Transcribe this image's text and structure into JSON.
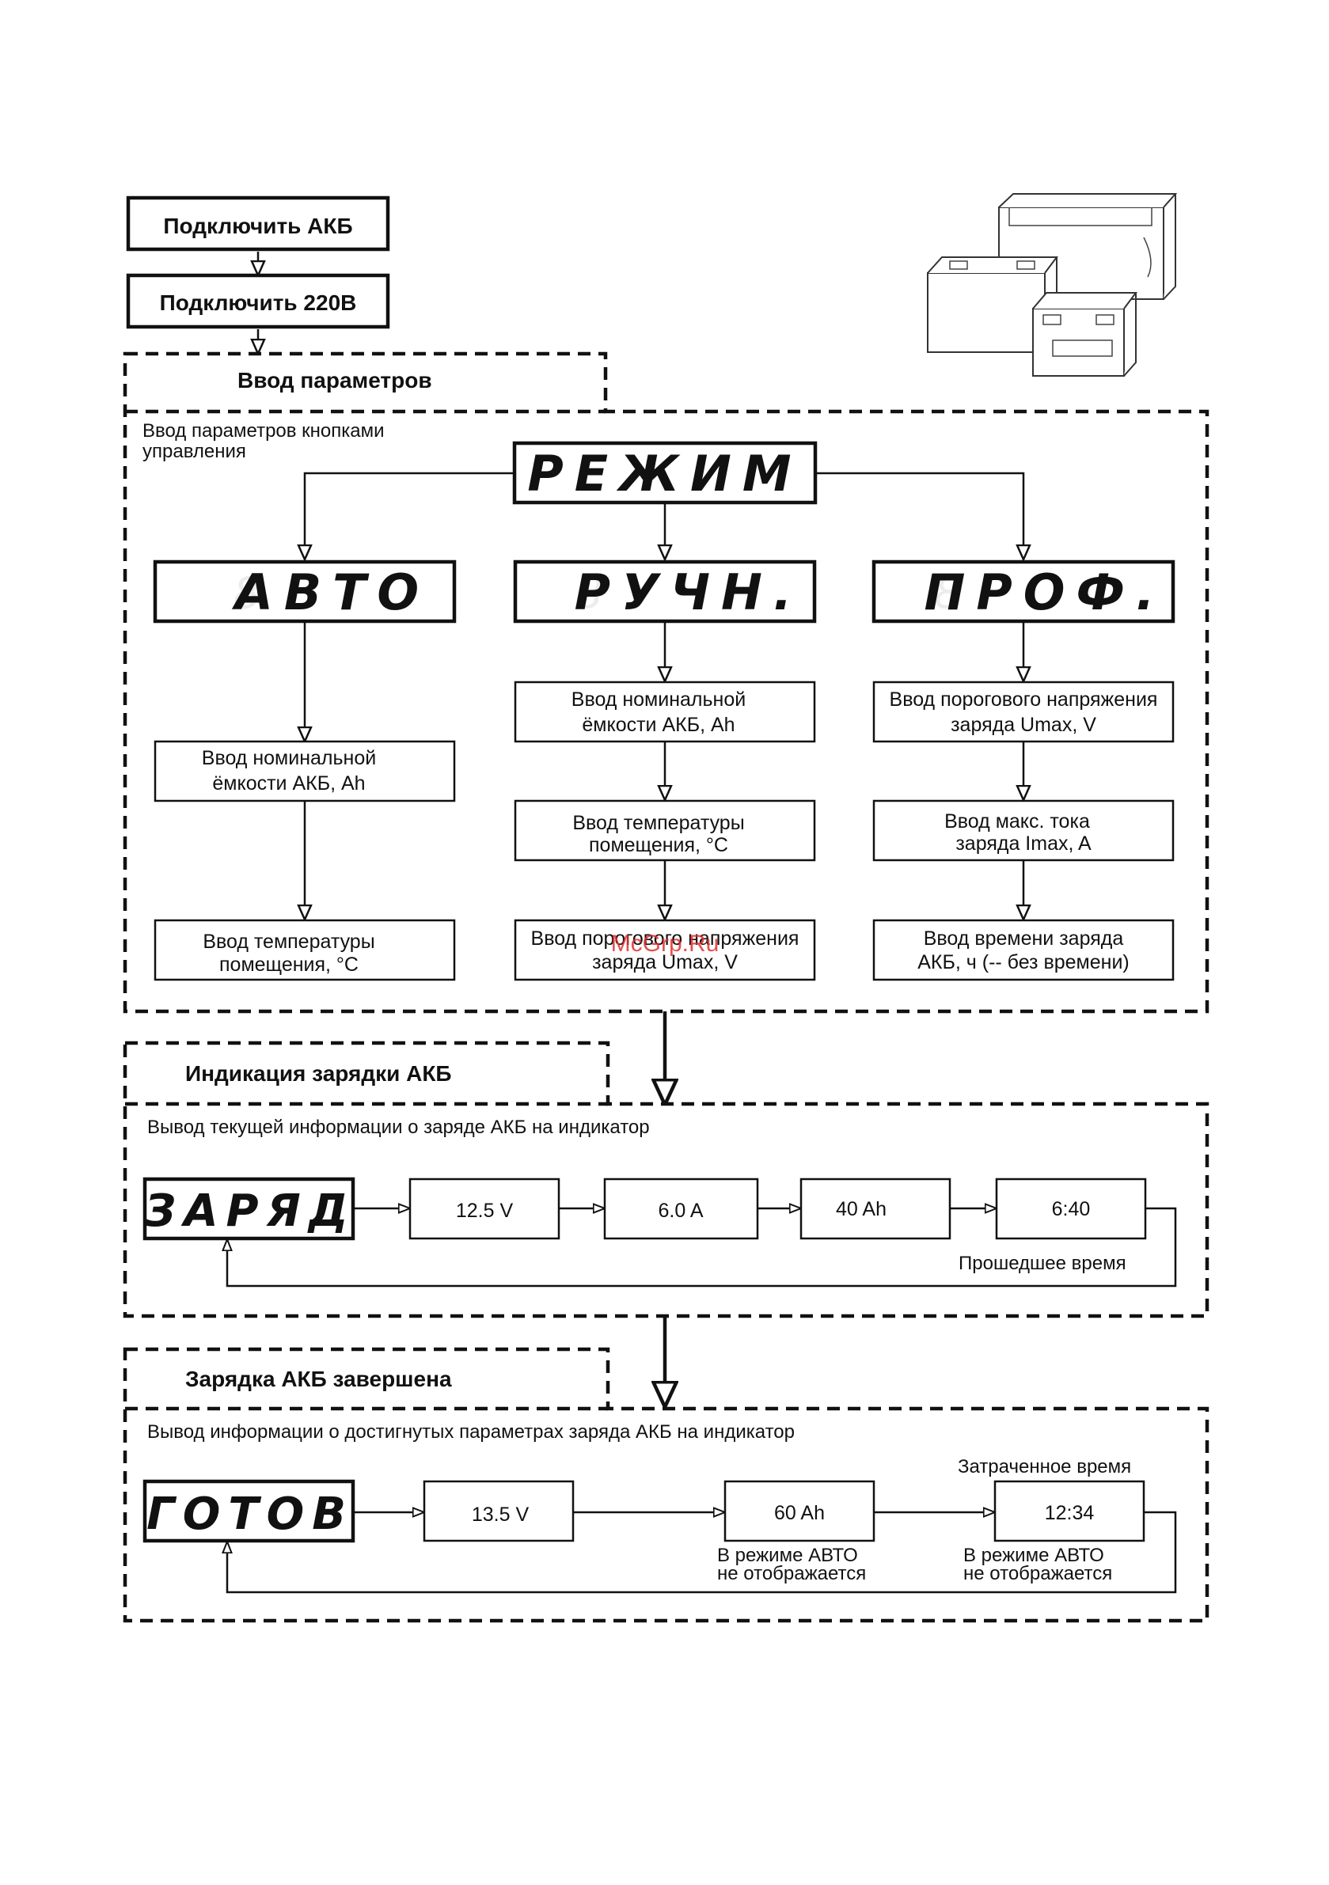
{
  "steps": {
    "connect_battery": "Подключить АКБ",
    "connect_power": "Подключить 220В"
  },
  "section_params": {
    "title": "Ввод параметров",
    "subtitle_line1": "Ввод параметров кнопками",
    "subtitle_line2": "управления",
    "mode_display": "РЕЖИМ",
    "auto": {
      "display": "АВТО",
      "steps": [
        [
          "Ввод номинальной",
          "ёмкости АКБ, Ah"
        ],
        [
          "Ввод температуры",
          "помещения, °C"
        ]
      ]
    },
    "manual": {
      "display": "РУЧН.",
      "steps": [
        [
          "Ввод номинальной",
          "ёмкости АКБ, Ah"
        ],
        [
          "Ввод температуры",
          "помещения, °C"
        ],
        [
          "Ввод порогового напряжения",
          "заряда Umax, V"
        ]
      ]
    },
    "prof": {
      "display": "ПРОФ.",
      "steps": [
        [
          "Ввод порогового напряжения",
          "заряда Umax, V"
        ],
        [
          "Ввод макс. тока",
          "заряда Imax, A"
        ],
        [
          "Ввод времени заряда",
          "АКБ, ч (-- без времени)"
        ]
      ]
    }
  },
  "section_charging": {
    "title": "Индикация зарядки АКБ",
    "subtitle": "Вывод текущей информации о заряде АКБ на индикатор",
    "display": "ЗАРЯД",
    "values": [
      "12.5 V",
      "6.0 A",
      "40 Ah",
      "6:40"
    ],
    "elapsed_label": "Прошедшее время"
  },
  "section_done": {
    "title": "Зарядка АКБ завершена",
    "subtitle": "Вывод информации о достигнутых параметрах заряда АКБ на индикатор",
    "display": "ГОТОВ",
    "values": [
      "13.5 V",
      "60 Ah",
      "12:34"
    ],
    "spent_label": "Затраченное время",
    "auto_note_line1": "В режиме АВТО",
    "auto_note_line2": "не отображается"
  },
  "watermark": "McGrp.Ru"
}
